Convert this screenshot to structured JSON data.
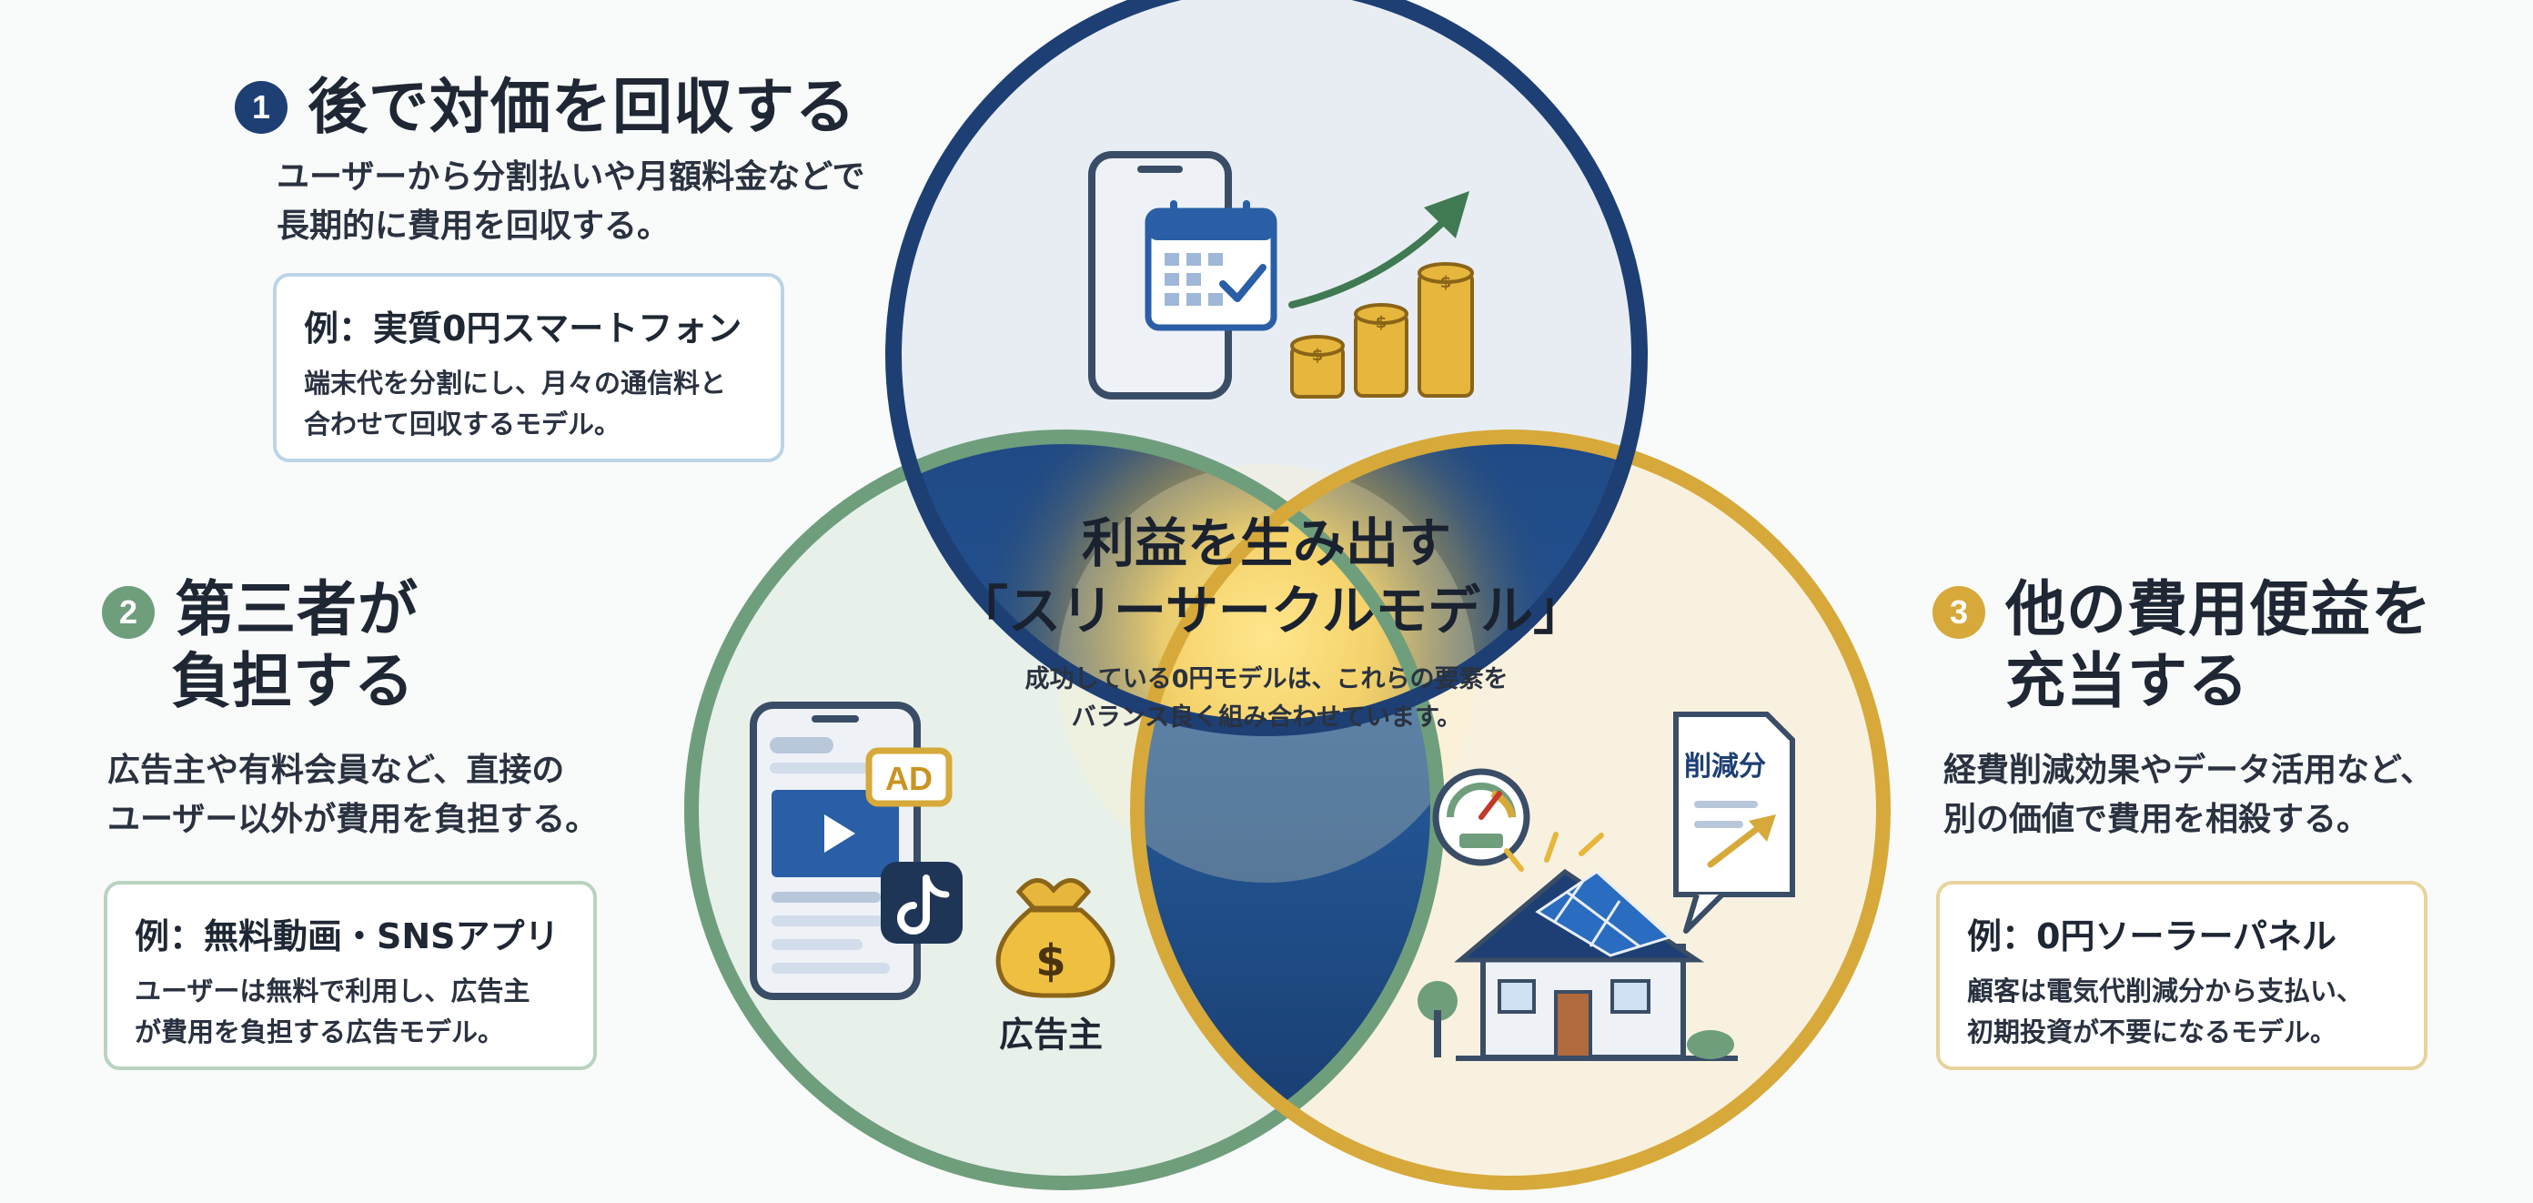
{
  "colors": {
    "navy": "#1d3f74",
    "green": "#6f9e7c",
    "gold": "#d6a93a",
    "card_border_blue": "#bcd4e6",
    "card_border_green": "#b9d3c0",
    "card_border_gold": "#e8d39c"
  },
  "center": {
    "title_line1": "利益を生み出す",
    "title_line2": "「スリーサークルモデル」",
    "sub_line1": "成功している0円モデルは、これらの要素を",
    "sub_line2": "バランス良く組み合わせています。"
  },
  "sections": {
    "one": {
      "number": "1",
      "heading": "後で対価を回収する",
      "desc_line1": "ユーザーから分割払いや月額料金などで",
      "desc_line2": "長期的に費用を回収する。",
      "card_title": "例：実質0円スマートフォン",
      "card_line1": "端末代を分割にし、月々の通信料と",
      "card_line2": "合わせて回収するモデル。"
    },
    "two": {
      "number": "2",
      "heading_line1": "第三者が",
      "heading_line2": "負担する",
      "desc_line1": "広告主や有料会員など、直接の",
      "desc_line2": "ユーザー以外が費用を負担する。",
      "card_title": "例：無料動画・SNSアプリ",
      "card_line1": "ユーザーは無料で利用し、広告主",
      "card_line2": "が費用を負担する広告モデル。",
      "ad_badge": "AD",
      "advertiser_label": "広告主",
      "bag_symbol": "$"
    },
    "three": {
      "number": "3",
      "heading_line1": "他の費用便益を",
      "heading_line2": "充当する",
      "desc_line1": "経費削減効果やデータ活用など、",
      "desc_line2": "別の価値で費用を相殺する。",
      "card_title": "例：0円ソーラーパネル",
      "card_line1": "顧客は電気代削減分から支払い、",
      "card_line2": "初期投資が不要になるモデル。",
      "doc_label": "削減分"
    }
  },
  "icons": {
    "phone_calendar": "smartphone-calendar-icon",
    "growth_arrow": "growth-arrow-icon",
    "coin_stacks": "coin-stack-icon",
    "video_phone": "video-app-phone-icon",
    "tiktok": "tiktok-icon",
    "money_bag": "money-bag-icon",
    "gauge": "gauge-icon",
    "document": "savings-document-icon",
    "house": "solar-house-icon"
  }
}
